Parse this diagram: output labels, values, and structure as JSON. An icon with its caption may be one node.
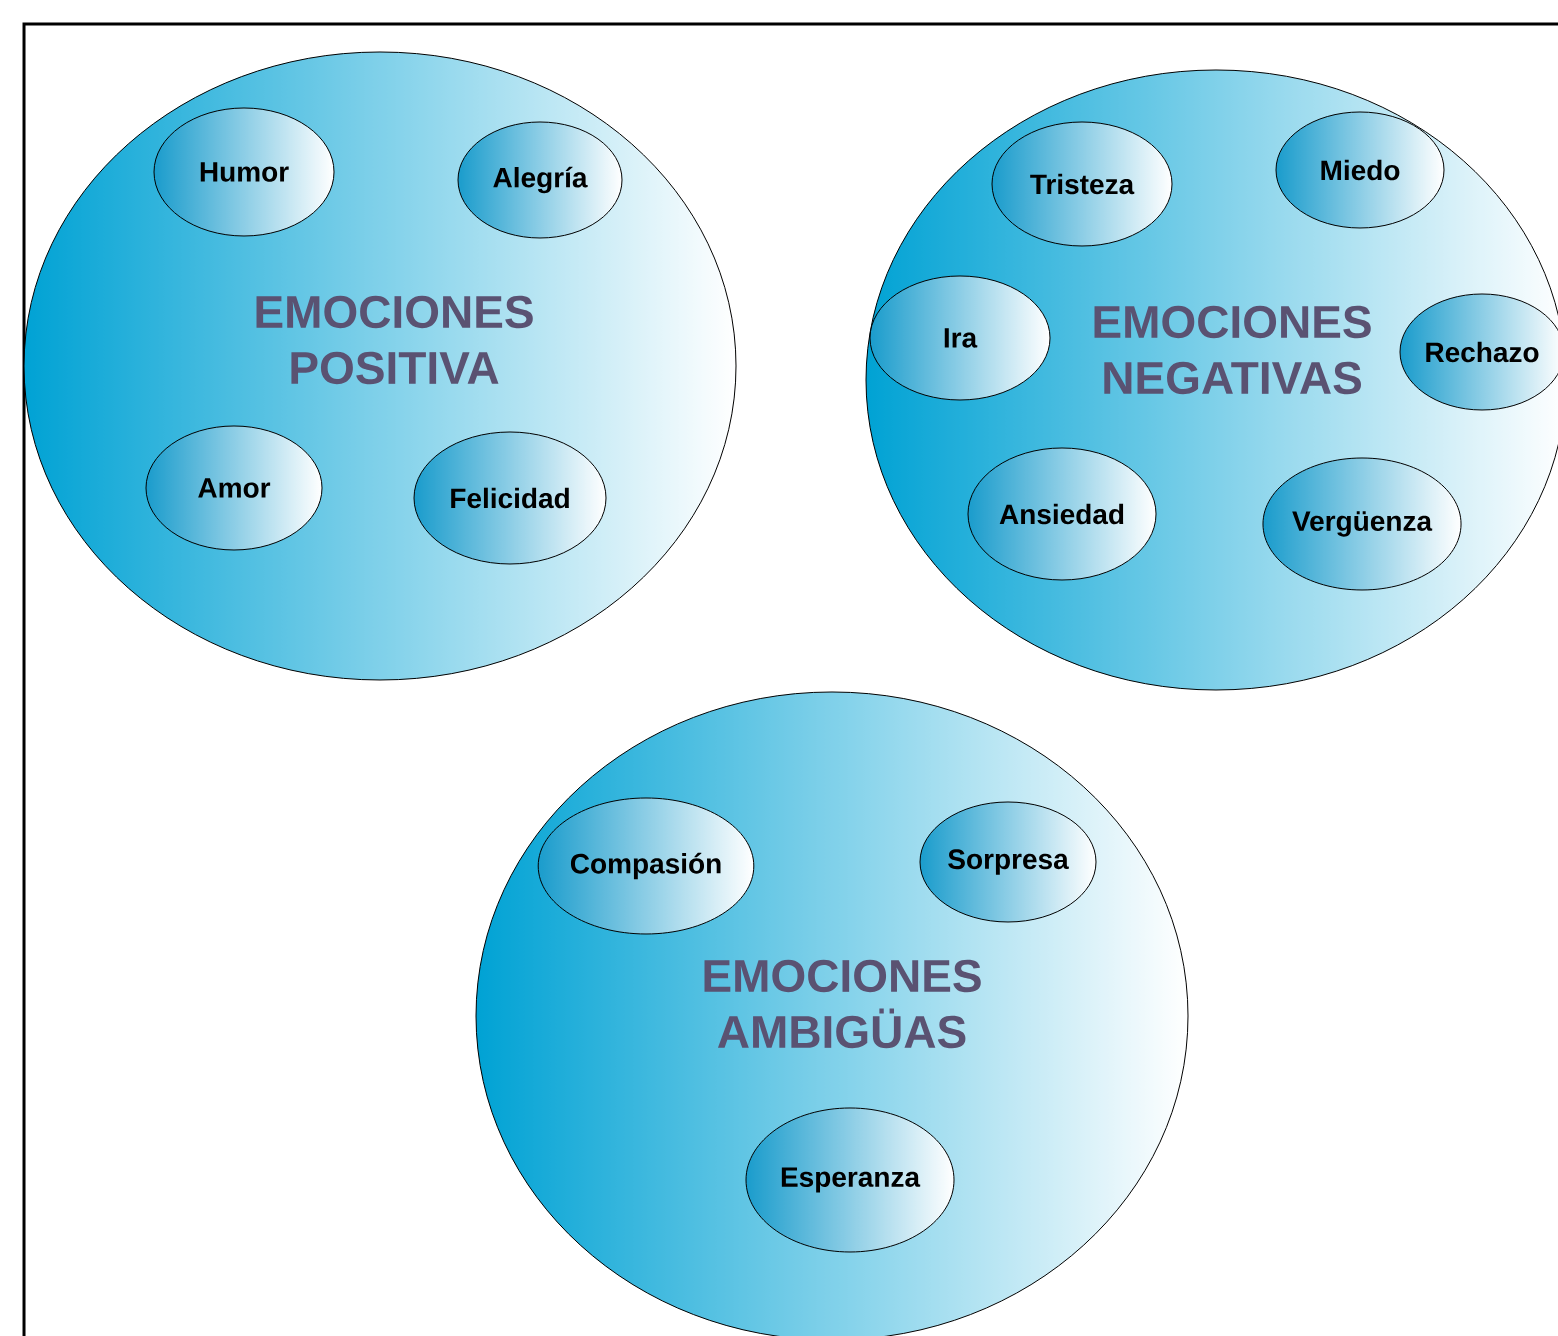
{
  "diagram": {
    "nodes": [
      {
        "text": [
          "EMOCIONES POSITIVA"
        ]
      },
      {
        "text": [
          "Humor"
        ],
        "in": 0
      },
      {
        "text": [
          "Alegría"
        ],
        "in": 0
      },
      {
        "text": [
          "Amor"
        ],
        "in": 0
      },
      {
        "text": [
          "Felicidad"
        ],
        "in": 0
      },
      {
        "text": [
          "EMOCIONES NEGATIVAS"
        ]
      },
      {
        "text": [
          "Tristeza"
        ],
        "in": 5
      },
      {
        "text": [
          "Miedo"
        ],
        "in": 5
      },
      {
        "text": [
          "Ira"
        ],
        "in": 5
      },
      {
        "text": [
          "Rechazo"
        ],
        "in": 5
      },
      {
        "text": [
          "Ansiedad"
        ],
        "in": 5
      },
      {
        "text": [
          "Vergüenza"
        ],
        "in": 5
      },
      {
        "text": [
          "EMOCIONES AMBIGÜAS"
        ]
      },
      {
        "text": [
          "Compasión"
        ],
        "in": 12
      },
      {
        "text": [
          "Sorpresa"
        ],
        "in": 12
      },
      {
        "text": [
          "Esperanza"
        ],
        "in": 12
      }
    ]
  }
}
